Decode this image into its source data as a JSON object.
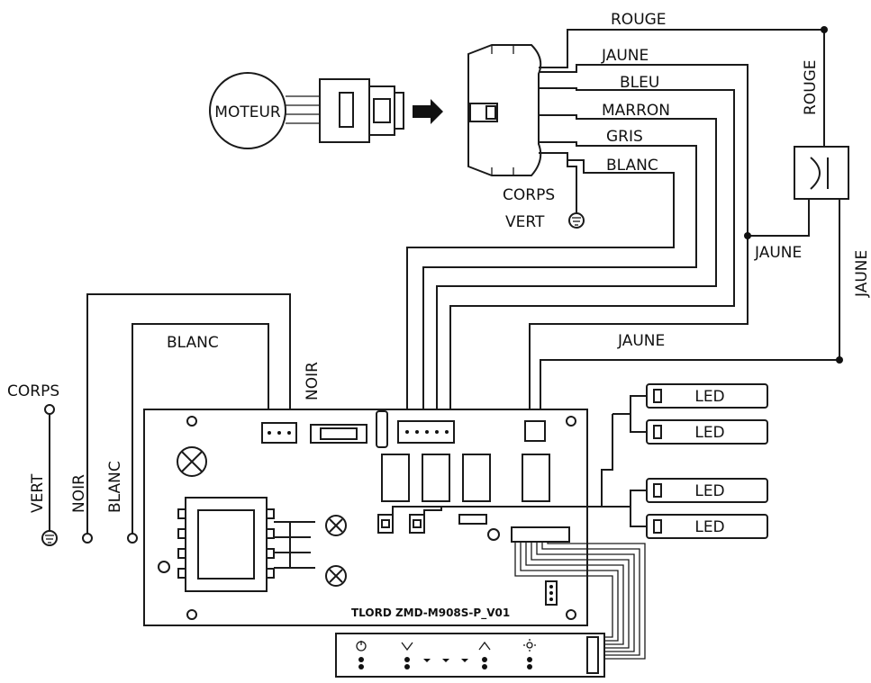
{
  "motor": {
    "label": "MOTEUR"
  },
  "wires": {
    "rouge_top": "ROUGE",
    "jaune_1": "JAUNE",
    "bleu": "BLEU",
    "marron": "MARRON",
    "gris": "GRIS",
    "blanc_top": "BLANC",
    "rouge_vertical": "ROUGE",
    "jaune_side": "JAUNE",
    "jaune_vertical": "JAUNE",
    "jaune_mid": "JAUNE",
    "blanc_left": "BLANC",
    "noir_left": "NOIR"
  },
  "motor_ground": {
    "corps": "CORPS",
    "vert": "VERT"
  },
  "left_terminals": {
    "corps": "CORPS",
    "vert": "VERT",
    "noir": "NOIR",
    "blanc": "BLANC"
  },
  "leds": [
    "LED",
    "LED",
    "LED",
    "LED"
  ],
  "board": {
    "model": "TLORD   ZMD-M908S-P_V01"
  }
}
